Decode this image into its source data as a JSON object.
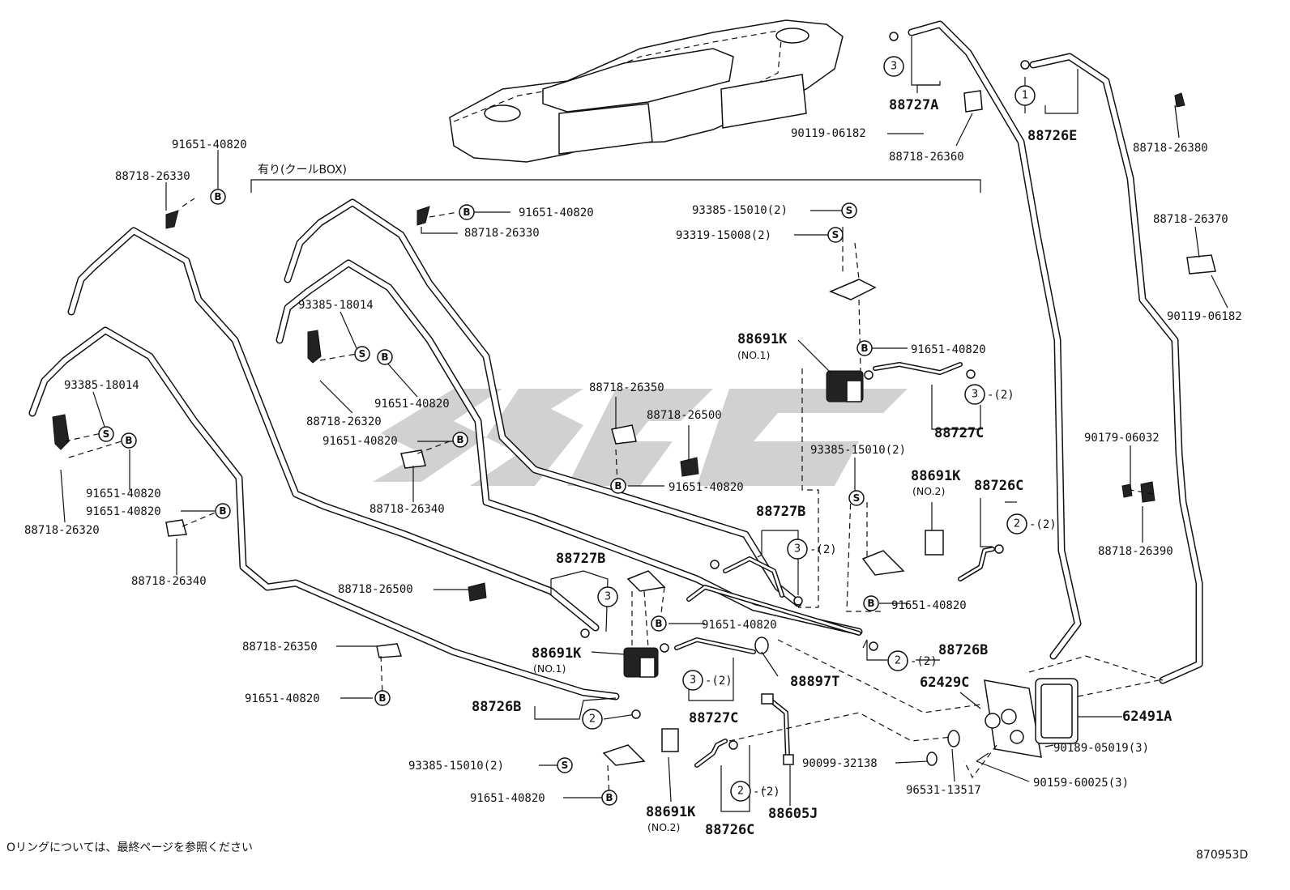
{
  "labels": {
    "l01": "91651-40820",
    "l02": "88718-26330",
    "l03": "有り(クールBOX)",
    "l04": "91651-40820",
    "l05": "88718-26330",
    "l06": "93385-15010(2)",
    "l07": "93319-15008(2)",
    "l08": "93385-18014",
    "l09": "91651-40820",
    "l10": "88718-26320",
    "l11": "93385-18014",
    "l12": "91651-40820",
    "l13": "91651-40820",
    "l14": "88718-26320",
    "l15": "88718-26340",
    "l16": "91651-40820",
    "l17": "88718-26340",
    "l18": "88718-26350",
    "l19": "88718-26500",
    "l20": "91651-40820",
    "l21": "88718-26500",
    "l22": "88718-26350",
    "l23": "91651-40820",
    "l24": "93385-15010(2)",
    "l25": "91651-40820",
    "l26": "88727A",
    "l27": "90119-06182",
    "l28": "88718-26360",
    "l29": "88726E",
    "l30": "88718-26380",
    "l31": "88718-26370",
    "l32": "90119-06182",
    "l33": "88691K",
    "l34": "(NO.1)",
    "l35": "91651-40820",
    "l36": "88727C",
    "l37": "93385-15010(2)",
    "l38": "88691K",
    "l39": "(NO.2)",
    "l40": "88726C",
    "l41": "90179-06032",
    "l42": "88718-26390",
    "l43": "88727B",
    "l44": "91651-40820",
    "l45": "88727B",
    "l46": "91651-40820",
    "l47": "88691K",
    "l48": "(NO.1)",
    "l49": "88727C",
    "l50": "88897T",
    "l51": "88726B",
    "l52": "62429C",
    "l53": "62491A",
    "l54": "88726B",
    "l55": "90189-05019(3)",
    "l56": "90099-32138",
    "l57": "90159-60025(3)",
    "l58": "96531-13517",
    "l59": "88605J",
    "l60": "88691K",
    "l61": "(NO.2)",
    "l62": "88726C"
  },
  "qty": {
    "q1": "-(2)",
    "q2": "-(2)",
    "q3": "-(2)",
    "q4": "-(2)",
    "q5": "-(2)",
    "q6": "-(2)"
  },
  "callouts": {
    "one": "1",
    "two": "2",
    "three": "3",
    "s": "S",
    "b": "B"
  },
  "footer": {
    "note": "Oリングについては、最終ページを参照ください",
    "code": "870953D"
  },
  "watermark": {
    "text": "SSGC"
  }
}
